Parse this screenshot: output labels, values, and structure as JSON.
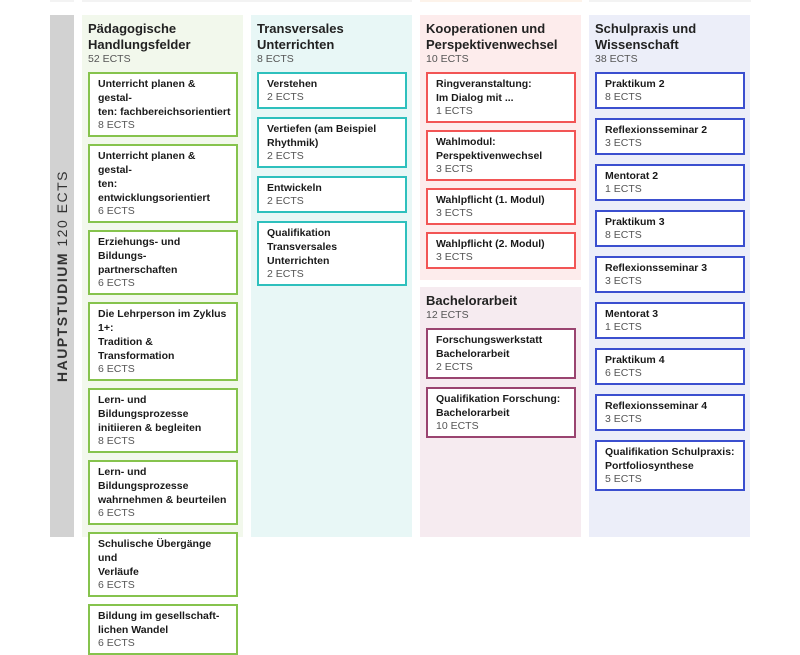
{
  "sidebar": {
    "title_bold": "HAUPTSTUDIUM",
    "title_rest": "120 ECTS"
  },
  "colors": {
    "green": "#86c34d",
    "teal": "#2ec0bd",
    "red": "#f25555",
    "blue": "#3b4fcf",
    "purple": "#9a4470"
  },
  "columns": [
    {
      "title": "Pädagogische\nHandlungsfelder",
      "ects": "52 ECTS",
      "cards": [
        {
          "title": "Unterricht planen & gestal-\nten: fachbereichsorientiert",
          "ects": "8 ECTS"
        },
        {
          "title": "Unterricht planen & gestal-\nten: entwicklungsorientiert",
          "ects": "6 ECTS"
        },
        {
          "title": "Erziehungs- und Bildungs-\npartnerschaften",
          "ects": "6 ECTS"
        },
        {
          "title": "Die Lehrperson im Zyklus 1+:\nTradition & Transformation",
          "ects": "6 ECTS"
        },
        {
          "title": "Lern- und Bildungsprozesse\ninitiieren & begleiten",
          "ects": "8 ECTS"
        },
        {
          "title": "Lern- und Bildungsprozesse\nwahrnehmen & beurteilen",
          "ects": "6 ECTS"
        },
        {
          "title": "Schulische Übergänge und\nVerläufe",
          "ects": "6 ECTS"
        },
        {
          "title": "Bildung im gesellschaft-\nlichen Wandel",
          "ects": "6 ECTS"
        }
      ]
    },
    {
      "title": "Transversales\nUnterrichten",
      "ects": "8 ECTS",
      "cards": [
        {
          "title": "Verstehen",
          "ects": "2 ECTS"
        },
        {
          "title": "Vertiefen (am Beispiel\nRhythmik)",
          "ects": "2 ECTS"
        },
        {
          "title": "Entwickeln",
          "ects": "2 ECTS"
        },
        {
          "title": "Qualifikation Transversales\nUnterrichten",
          "ects": "2 ECTS"
        }
      ]
    },
    {
      "title": "Kooperationen und\nPerspektivenwechsel",
      "ects": "10 ECTS",
      "cards": [
        {
          "title": "Ringveranstaltung:\nIm Dialog mit ...",
          "ects": "1 ECTS"
        },
        {
          "title": "Wahlmodul:\nPerspektivenwechsel",
          "ects": "3 ECTS"
        },
        {
          "title": "Wahlpflicht (1. Modul)",
          "ects": "3 ECTS"
        },
        {
          "title": "Wahlpflicht (2. Modul)",
          "ects": "3 ECTS"
        }
      ]
    },
    {
      "title": "Bachelorarbeit",
      "ects": "12 ECTS",
      "cards": [
        {
          "title": "Forschungswerkstatt\nBachelorarbeit",
          "ects": "2 ECTS"
        },
        {
          "title": "Qualifikation Forschung:\nBachelorarbeit",
          "ects": "10 ECTS"
        }
      ]
    },
    {
      "title": "Schulpraxis  und\nWissenschaft",
      "ects": "38 ECTS",
      "cards": [
        {
          "title": "Praktikum 2",
          "ects": "8 ECTS"
        },
        {
          "title": "Reflexionsseminar 2",
          "ects": "3 ECTS"
        },
        {
          "title": "Mentorat 2",
          "ects": "1 ECTS"
        },
        {
          "title": "Praktikum 3",
          "ects": "8 ECTS"
        },
        {
          "title": "Reflexionsseminar 3",
          "ects": "3 ECTS"
        },
        {
          "title": "Mentorat 3",
          "ects": "1 ECTS"
        },
        {
          "title": "Praktikum 4",
          "ects": "6 ECTS"
        },
        {
          "title": "Reflexionsseminar 4",
          "ects": "3 ECTS"
        },
        {
          "title": "Qualifikation Schulpraxis:\nPortfoliosynthese",
          "ects": "5 ECTS"
        }
      ]
    }
  ]
}
